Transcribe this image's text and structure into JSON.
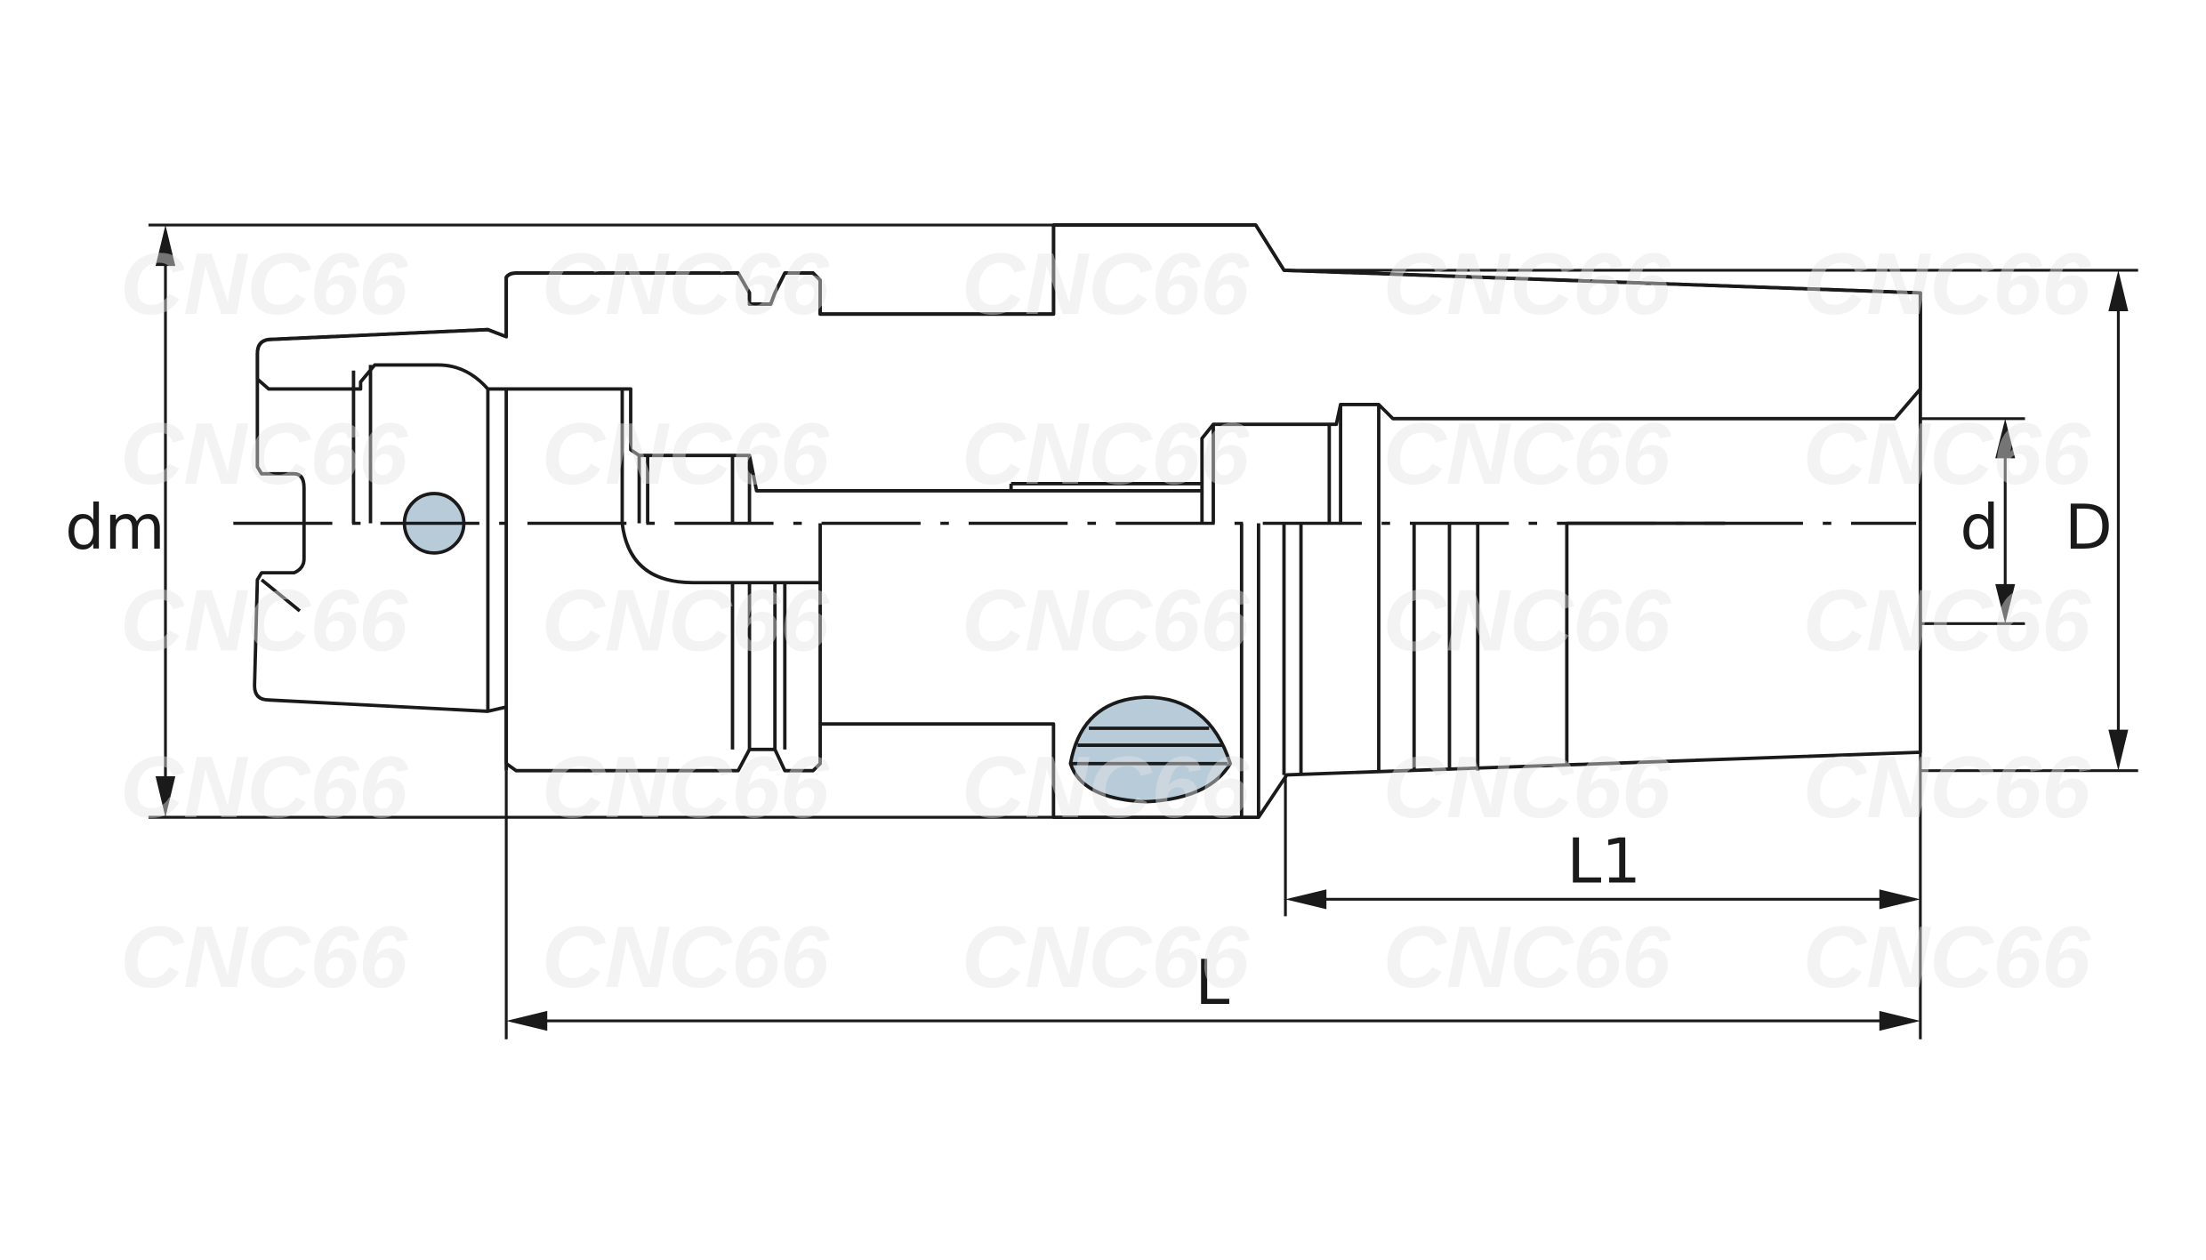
{
  "drawing": {
    "title": "HSK shrink-fit tool holder cross-section",
    "fill_color": "#b8cbd9",
    "line_color": "#1a1a1a",
    "dimensions": {
      "dm": "dm",
      "D": "D",
      "d": "d",
      "L1": "L1",
      "L": "L"
    },
    "watermark": "CNC66"
  }
}
